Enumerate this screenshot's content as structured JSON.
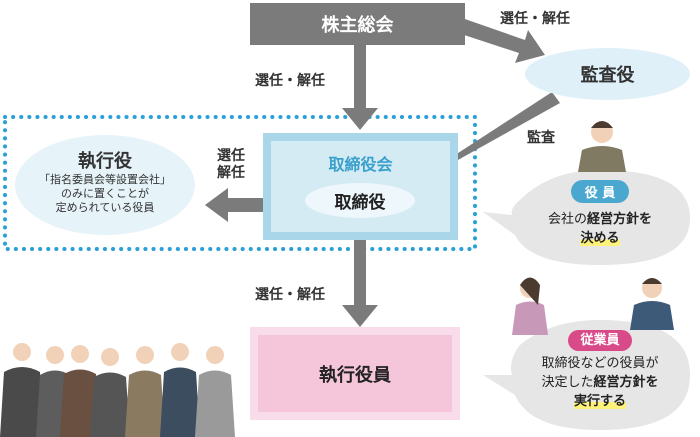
{
  "shareholders": "株主総会",
  "auditor": "監査役",
  "board": {
    "title": "取締役会",
    "member": "取締役"
  },
  "executive_officer": {
    "title": "執行役",
    "note1": "「指名委員会等設置会社」",
    "note2": "のみに置くことが",
    "note3": "定められている役員"
  },
  "operating_officer": "執行役員",
  "labels": {
    "appoint_dismiss": "選任・解任",
    "appoint": "選任",
    "dismiss": "解任",
    "audit": "監査"
  },
  "officer_bubble": {
    "badge": "役 員",
    "line1_plain": "会社の",
    "line1_bold": "経営方針を",
    "line2": "決める"
  },
  "employee_bubble": {
    "badge": "従業員",
    "line1": "取締役などの役員が",
    "line2_plain": "決定した",
    "line2_bold": "経営方針を",
    "line3": "実行する"
  },
  "colors": {
    "gray": "#7b7b7b",
    "blue": "#3aa0cc",
    "pink": "#d84a88",
    "board_fill": "#d5ecf4",
    "pink_fill": "#f5c6da"
  }
}
